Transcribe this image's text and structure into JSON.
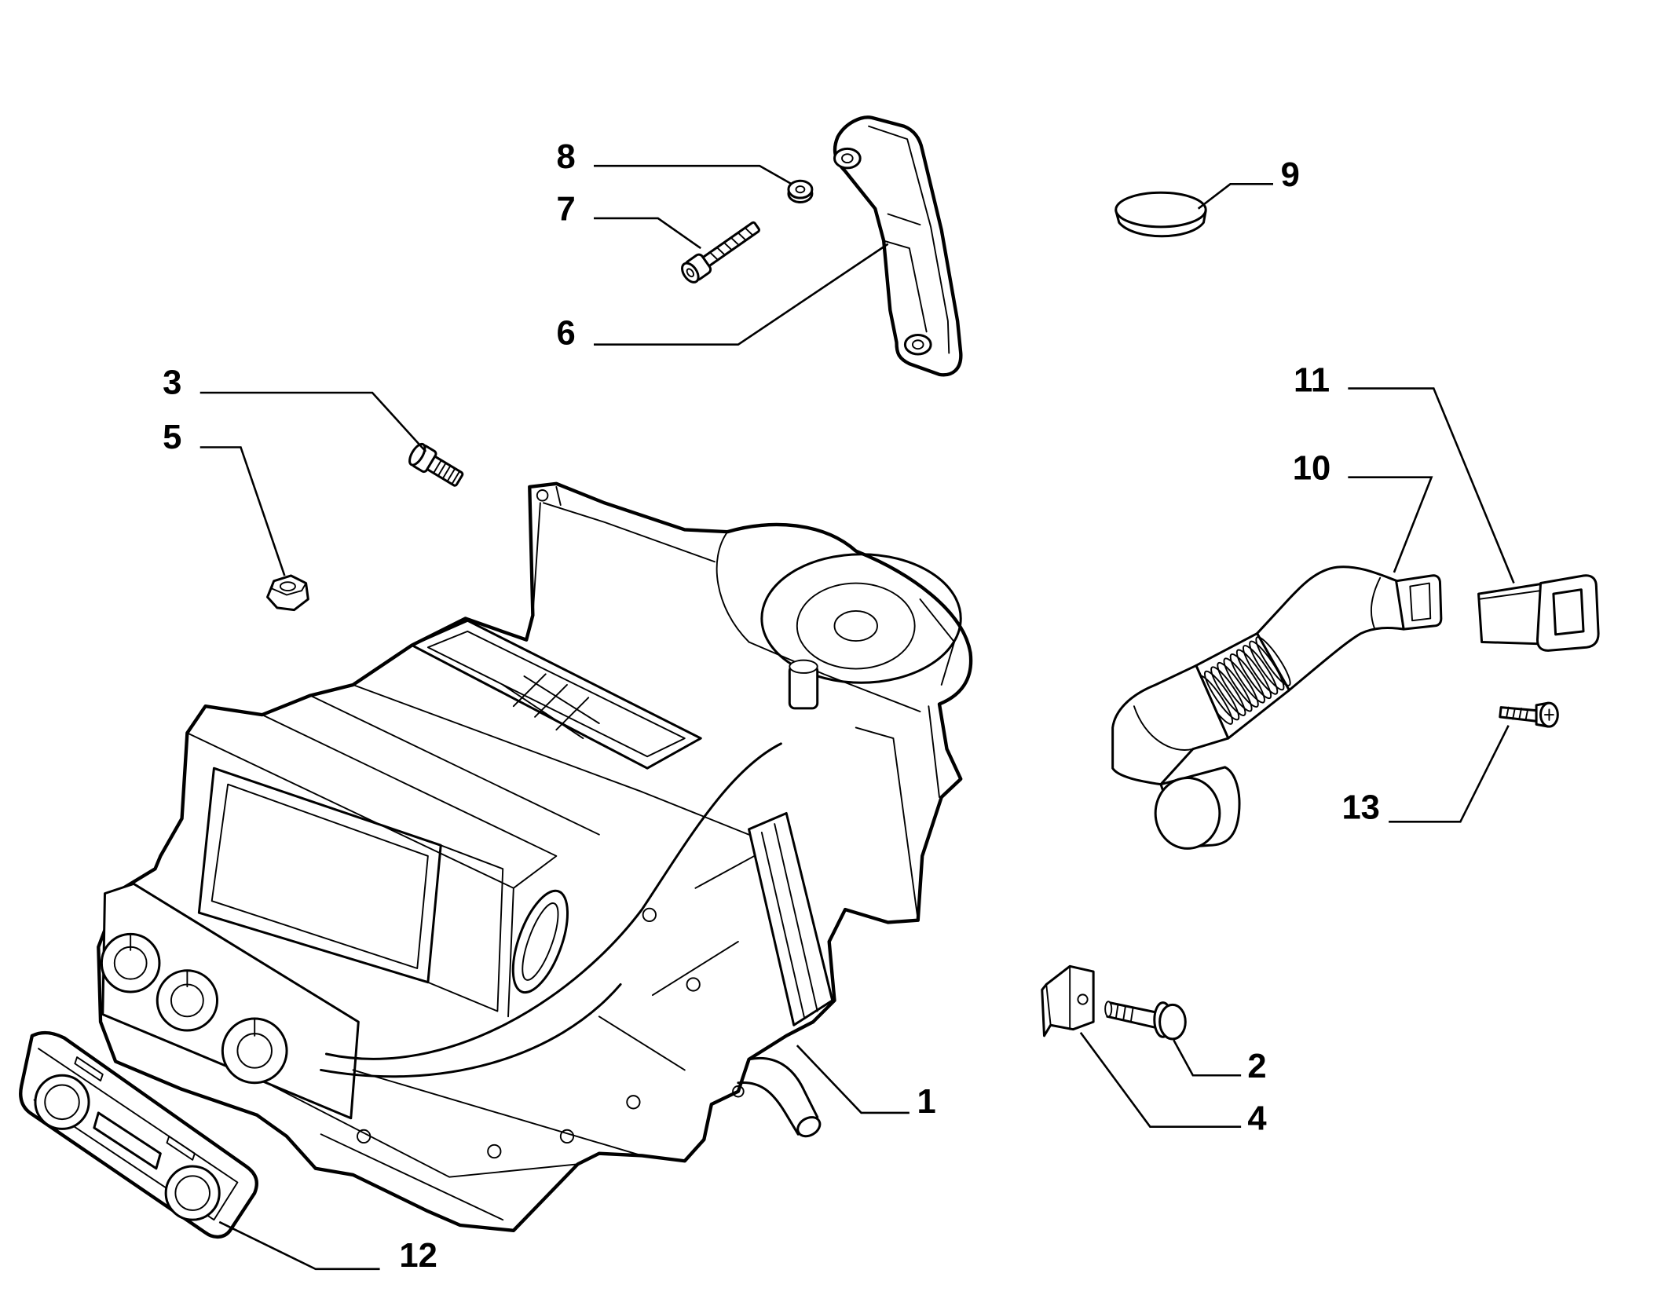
{
  "callouts": [
    "1",
    "2",
    "3",
    "4",
    "5",
    "6",
    "7",
    "8",
    "9",
    "10",
    "11",
    "12",
    "13"
  ],
  "colors": {
    "ink": "#000000",
    "paper": "#ffffff"
  }
}
